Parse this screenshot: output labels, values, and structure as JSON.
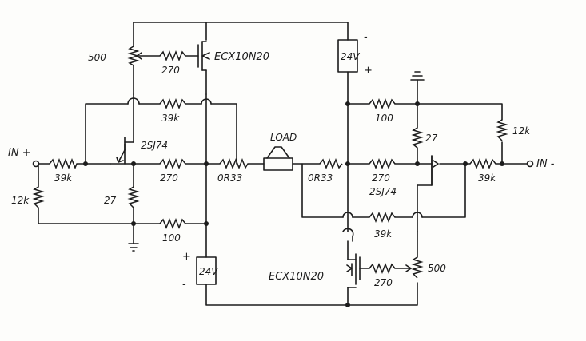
{
  "labels": {
    "in_plus": "IN +",
    "in_minus": "IN -",
    "load": "LOAD",
    "r_39k_in_left": "39k",
    "r_12k_left": "12k",
    "r_27_left": "27",
    "r_500_left": "500",
    "r_270_gate_left": "270",
    "mosfet_top": "ECX10N20",
    "r_39k_top": "39k",
    "jfet_left": "2SJ74",
    "r_270_mid_left": "270",
    "r_0r33_left": "0R33",
    "r_100_left": "100",
    "batt_bottom_left": "24V",
    "batt_top_right": "24V",
    "r_100_right": "100",
    "r_27_right": "27",
    "r_12k_right": "12k",
    "r_0r33_right": "0R33",
    "r_270_mid_right": "270",
    "jfet_right": "2SJ74",
    "r_39k_in_right": "39k",
    "r_39k_bottom": "39k",
    "mosfet_bottom": "ECX10N20",
    "r_270_gate_right": "270",
    "r_500_right": "500"
  },
  "signs": {
    "plus": "+",
    "minus": "-"
  }
}
